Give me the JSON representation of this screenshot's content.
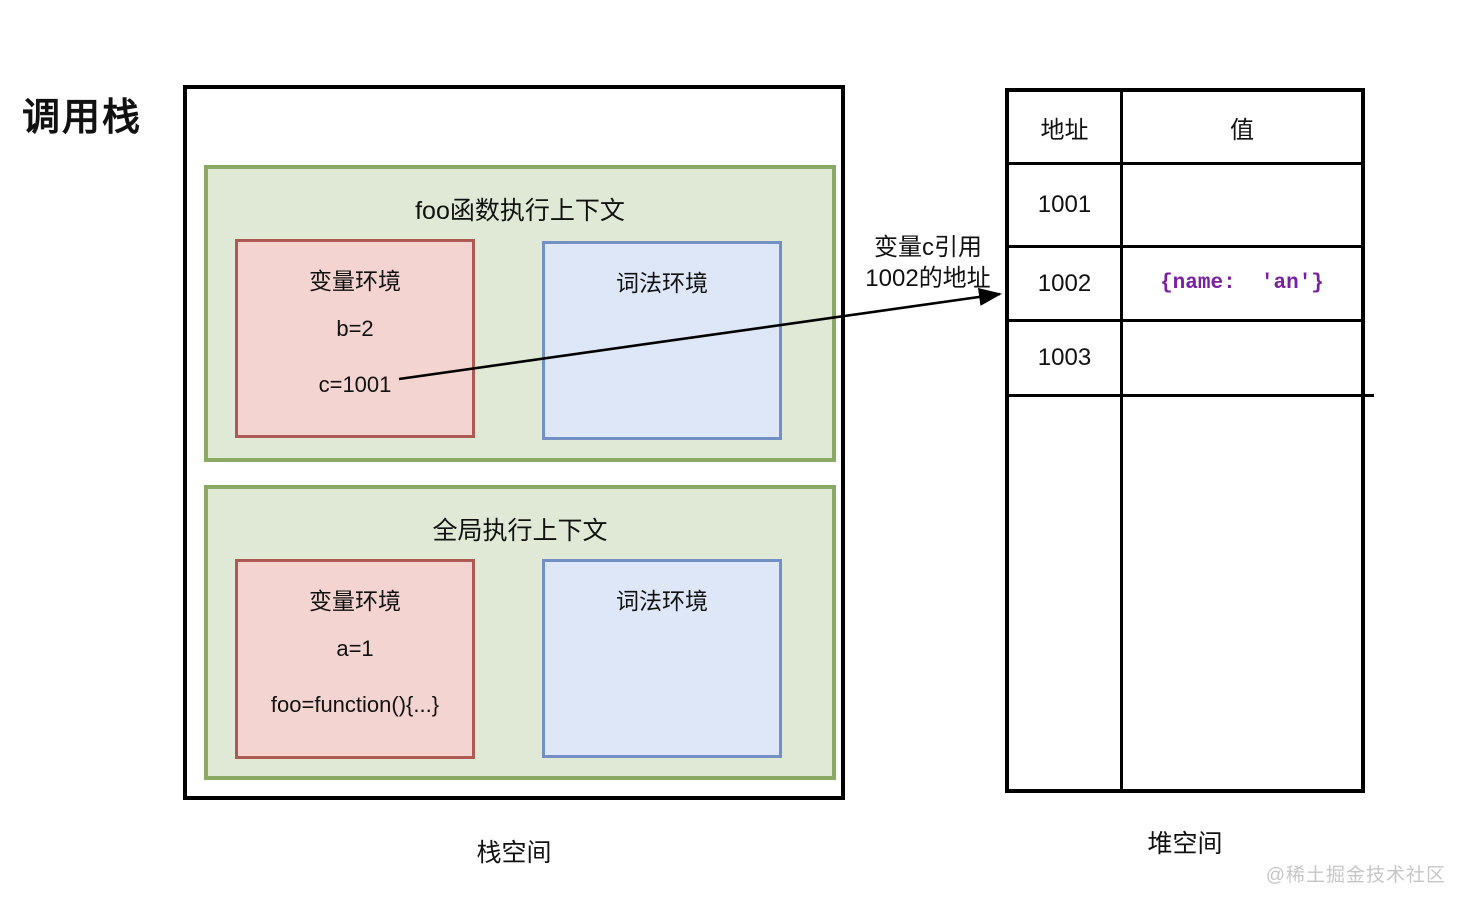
{
  "title": "调用栈",
  "stack": {
    "label": "栈空间",
    "contexts": [
      {
        "title": "foo函数执行上下文",
        "variable_env": {
          "title": "变量环境",
          "entries": [
            "b=2",
            "c=1001"
          ]
        },
        "lexical_env": {
          "title": "词法环境"
        }
      },
      {
        "title": "全局执行上下文",
        "variable_env": {
          "title": "变量环境",
          "entries": [
            "a=1",
            "foo=function(){...}"
          ]
        },
        "lexical_env": {
          "title": "词法环境"
        }
      }
    ]
  },
  "heap": {
    "label": "堆空间",
    "columns": [
      "地址",
      "值"
    ],
    "rows": [
      {
        "address": "1001",
        "value": ""
      },
      {
        "address": "1002",
        "value": "{name:  'an'}"
      },
      {
        "address": "1003",
        "value": ""
      }
    ]
  },
  "arrow": {
    "label_line1": "变量c引用",
    "label_line2": "1002的地址"
  },
  "watermark": "@稀土掘金技术社区",
  "colors": {
    "context_border": "#8aa963",
    "context_fill": "#dfe9d6",
    "variable_border": "#ad5a52",
    "variable_fill": "#f3d4d0",
    "lexical_border": "#7290c3",
    "lexical_fill": "#dde7f8",
    "heap_value_text": "#7b1fa2",
    "line": "#000000",
    "watermark_text": "#c6c6c6"
  }
}
